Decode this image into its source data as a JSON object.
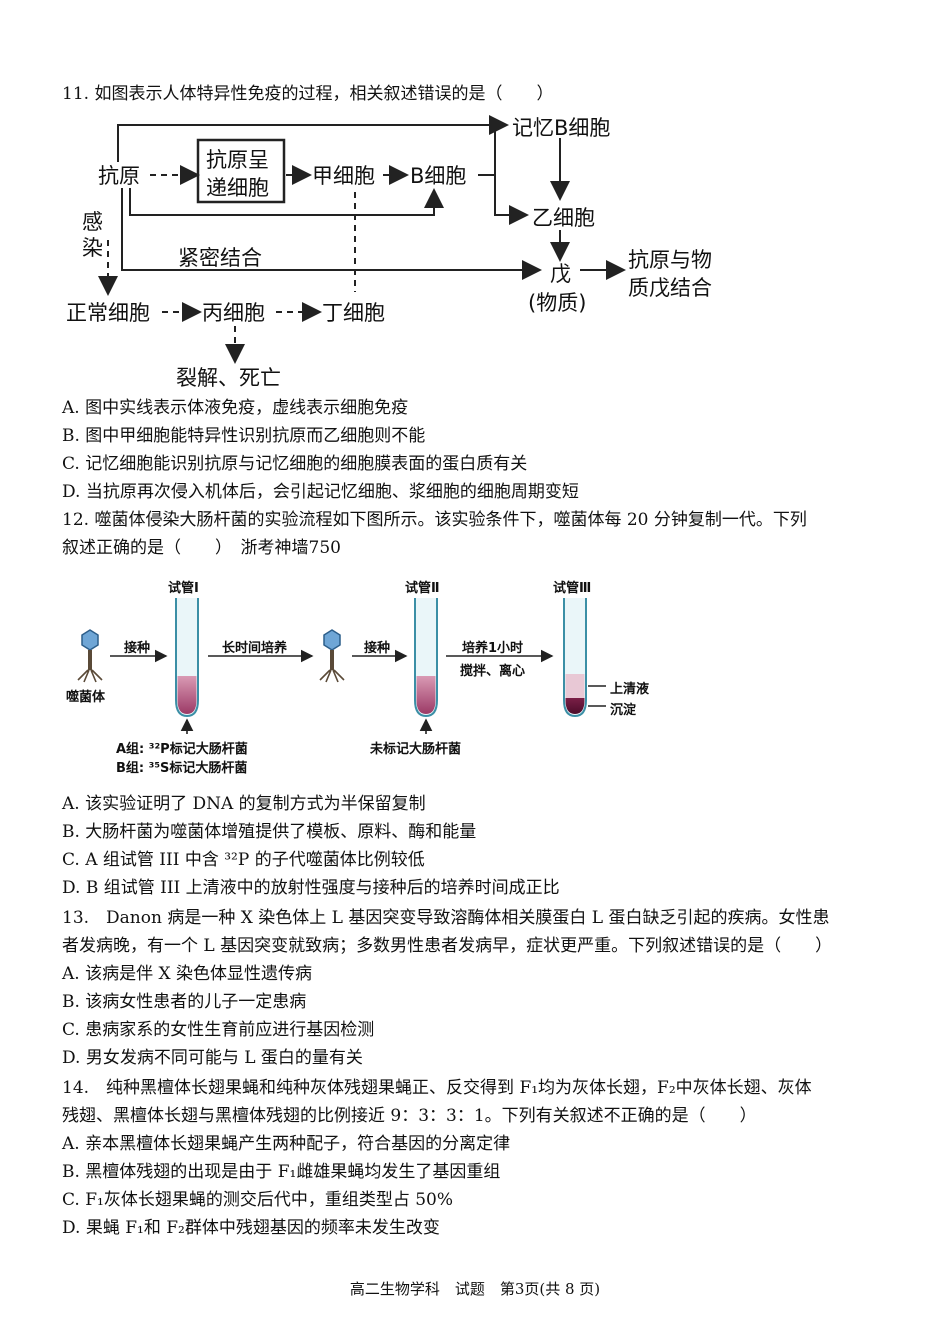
{
  "q11": {
    "stem": "11. 如图表示人体特异性免疫的过程，相关叙述错误的是（　　）",
    "diagram": {
      "antigen": "抗原",
      "apc_line1": "抗原呈",
      "apc_line2": "递细胞",
      "cell_jia": "甲细胞",
      "b_cell": "B细胞",
      "memory_b": "记忆B细胞",
      "cell_yi": "乙细胞",
      "infect1": "感",
      "infect2": "染",
      "tight_bind": "紧密结合",
      "wu": "戊",
      "wu_sub": "(物质)",
      "result1": "抗原与物",
      "result2": "质戊结合",
      "normal_cell": "正常细胞",
      "cell_bing": "丙细胞",
      "cell_ding": "丁细胞",
      "lysis": "裂解、死亡"
    },
    "options": [
      "A. 图中实线表示体液免疫，虚线表示细胞免疫",
      "B. 图中甲细胞能特异性识别抗原而乙细胞则不能",
      "C. 记忆细胞能识别抗原与记忆细胞的细胞膜表面的蛋白质有关",
      "D. 当抗原再次侵入机体后，会引起记忆细胞、浆细胞的细胞周期变短"
    ]
  },
  "q12": {
    "stem1": "12. 噬菌体侵染大肠杆菌的实验流程如下图所示。该实验条件下，噬菌体每 20 分钟复制一代。下列",
    "stem2": "叙述正确的是（　　）　浙考神墙750",
    "diagram": {
      "tube1": "试管Ⅰ",
      "tube2": "试管Ⅱ",
      "tube3": "试管Ⅲ",
      "phage": "噬菌体",
      "inoculate": "接种",
      "long_culture": "长时间培养",
      "inoculate2": "接种",
      "culture_1h": "培养1小时",
      "stir": "搅拌、离心",
      "supernatant": "上清液",
      "sediment": "沉淀",
      "group_a": "A组: ³²P标记大肠杆菌",
      "group_b": "B组: ³⁵S标记大肠杆菌",
      "unlabeled": "未标记大肠杆菌"
    },
    "options": [
      "A. 该实验证明了 DNA 的复制方式为半保留复制",
      "B. 大肠杆菌为噬菌体增殖提供了模板、原料、酶和能量",
      "C. A 组试管 III 中含 ³²P 的子代噬菌体比例较低",
      "D. B 组试管 III 上清液中的放射性强度与接种后的培养时间成正比"
    ]
  },
  "q13": {
    "stem1": "13.　Danon 病是一种 X 染色体上 L 基因突变导致溶酶体相关膜蛋白 L 蛋白缺乏引起的疾病。女性患",
    "stem2": "者发病晚，有一个 L 基因突变就致病；多数男性患者发病早，症状更严重。下列叙述错误的是（　　）",
    "options": [
      "A. 该病是伴 X 染色体显性遗传病",
      "B. 该病女性患者的儿子一定患病",
      "C. 患病家系的女性生育前应进行基因检测",
      "D. 男女发病不同可能与 L 蛋白的量有关"
    ]
  },
  "q14": {
    "stem1": "14.　纯种黑檀体长翅果蝇和纯种灰体残翅果蝇正、反交得到 F₁均为灰体长翅，F₂中灰体长翅、灰体",
    "stem2": "残翅、黑檀体长翅与黑檀体残翅的比例接近 9：3：3：1。下列有关叙述不正确的是（　　）",
    "options": [
      "A. 亲本黑檀体长翅果蝇产生两种配子，符合基因的分离定律",
      "B. 黑檀体残翅的出现是由于 F₁雌雄果蝇均发生了基因重组",
      "C. F₁灰体长翅果蝇的测交后代中，重组类型占 50%",
      "D. 果蝇 F₁和 F₂群体中残翅基因的频率未发生改变"
    ]
  },
  "footer": "高二生物学科　试题　第3页(共 8 页)"
}
